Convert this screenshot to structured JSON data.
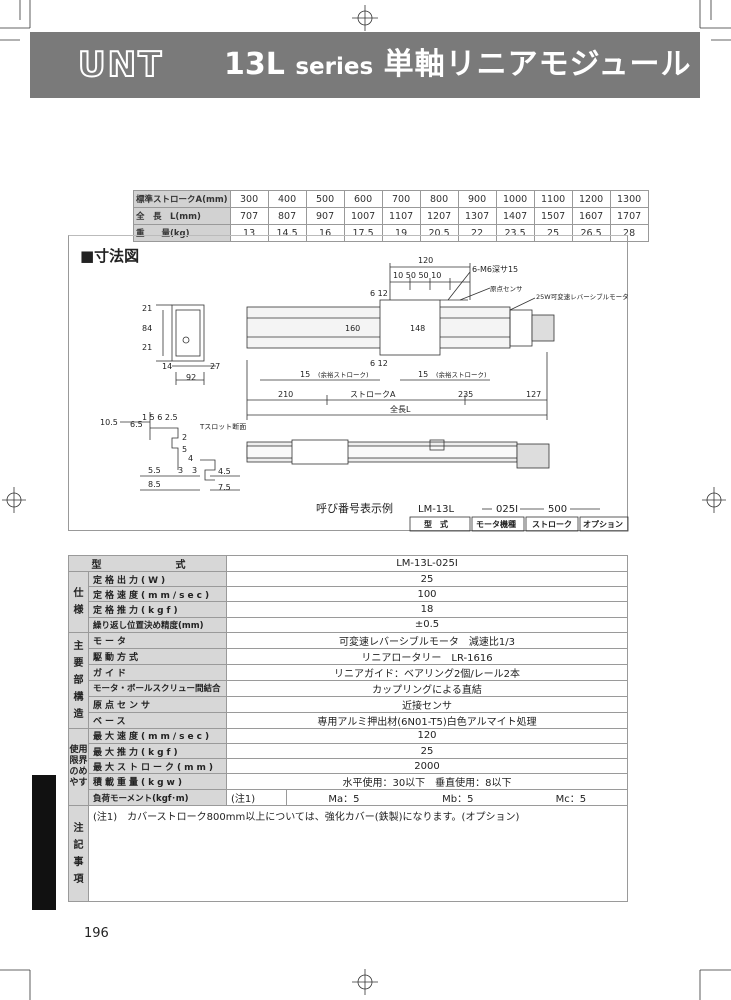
{
  "title": {
    "logo": "UNT",
    "series": "13L",
    "series_word": "series",
    "name": "単軸リニアモジュール"
  },
  "stroke_table": {
    "rows": [
      {
        "label": "標準ストロークA(mm)",
        "values": [
          "300",
          "400",
          "500",
          "600",
          "700",
          "800",
          "900",
          "1000",
          "1100",
          "1200",
          "1300"
        ]
      },
      {
        "label": "全　長　L(mm)",
        "values": [
          "707",
          "807",
          "907",
          "1007",
          "1107",
          "1207",
          "1307",
          "1407",
          "1507",
          "1607",
          "1707"
        ]
      },
      {
        "label": "重　　量(kg)",
        "values": [
          "13",
          "14.5",
          "16",
          "17.5",
          "19",
          "20.5",
          "22",
          "23.5",
          "25",
          "26.5",
          "28"
        ]
      }
    ]
  },
  "drawing": {
    "section_title": "■寸法図",
    "dims": {
      "d120": "120",
      "d10_50_50_10": "10 50 50 10",
      "d6m6": "6-M6深サ15",
      "origin_sensor": "原点センサ",
      "motor": "25W可変速レバーシブルモータ",
      "d6_12_top": "6 12",
      "d6_12_bot": "6 12",
      "d160": "160",
      "d148": "148",
      "d21a": "21",
      "d84": "84",
      "d21b": "21",
      "d14": "14",
      "d27": "27",
      "d92": "92",
      "d15a": "15",
      "spare1": "(余裕ストローク)",
      "d15b": "15",
      "spare2": "(余裕ストローク)",
      "d210": "210",
      "strokeA": "ストロークA",
      "d235": "235",
      "d127": "127",
      "totalL": "全長L",
      "d10_5": "10.5",
      "d6_5": "6.5",
      "d1_5_6_2_5": "1 5 6 2.5",
      "tslot": "Tスロット断面",
      "d2": "2",
      "d5": "5",
      "d4": "4",
      "d3a": "3",
      "d3b": "3",
      "d5_5": "5.5",
      "d8_5": "8.5",
      "d4_5": "4.5",
      "d7_5": "7.5"
    },
    "order_example": {
      "label": "呼び番号表示例",
      "code_model": "LM-13L",
      "code_motor": "025I",
      "code_stroke": "500",
      "cells": [
        "型　式",
        "モータ機種",
        "ストローク",
        "オプション"
      ]
    }
  },
  "spec": {
    "header": {
      "item": "型　　式",
      "value": "LM-13L-025I"
    },
    "groups": [
      {
        "label": "仕様",
        "rows": [
          {
            "item": "定格出力(W)",
            "value": "25"
          },
          {
            "item": "定格速度(mm/sec)",
            "value": "100"
          },
          {
            "item": "定格推力(kgf)",
            "value": "18"
          },
          {
            "item": "繰り返し位置決め精度(mm)",
            "value": "±0.5"
          }
        ]
      },
      {
        "label": "主要部構造",
        "rows": [
          {
            "item": "モータ",
            "value": "可変速レバーシブルモータ　減速比1/3"
          },
          {
            "item": "駆動方式",
            "value": "リニアロータリー　LR-1616"
          },
          {
            "item": "ガイド",
            "value": "リニアガイド：ベアリング2個/レール2本"
          },
          {
            "item": "モータ・ボールスクリュー間結合",
            "value": "カップリングによる直結"
          },
          {
            "item": "原点センサ",
            "value": "近接センサ"
          },
          {
            "item": "ベース",
            "value": "専用アルミ押出材(6N01-T5)白色アルマイト処理"
          }
        ]
      },
      {
        "label": "使用限界のめやす",
        "rows": [
          {
            "item": "最大速度(mm/sec)",
            "value": "120"
          },
          {
            "item": "最大推力(kgf)",
            "value": "25"
          },
          {
            "item": "最大ストローク(mm)",
            "value": "2000"
          },
          {
            "item": "積載重量(kgw)",
            "value": "水平使用：30以下　垂直使用：8以下"
          },
          {
            "item": "負荷モーメント(kgf･m)",
            "note_ref": "(注1)",
            "ma": "Ma：5",
            "mb": "Mb：5",
            "mc": "Mc：5"
          }
        ]
      }
    ],
    "notes": {
      "label": "注記事項",
      "text": "(注1)　カバーストローク800mm以上については、強化カバー(鉄製)になります。(オプション)"
    }
  },
  "page_number": "196"
}
